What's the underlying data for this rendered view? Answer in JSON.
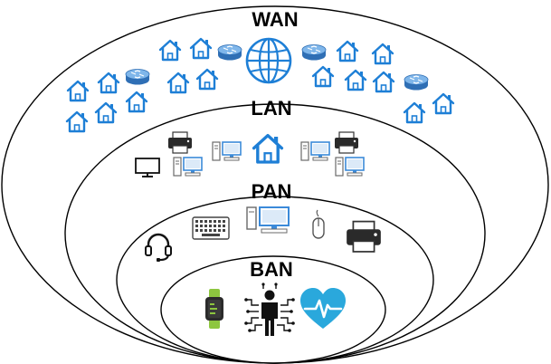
{
  "labels": {
    "wan": "WAN",
    "lan": "LAN",
    "pan": "PAN",
    "ban": "BAN"
  },
  "colors": {
    "network_blue": "#1e7fd6",
    "router_fill": "#6aa9e6",
    "router_band": "#2f6fb5",
    "heart": "#2aa8dc",
    "watch": "#8dc63f",
    "printer_dark": "#222222",
    "computer_blue": "#3b8ad9",
    "outline": "#000000"
  },
  "icons": {
    "wan": [
      "house-icon",
      "router-icon",
      "globe-icon"
    ],
    "lan": [
      "printer-icon",
      "computer-icon",
      "monitor-icon",
      "house-icon"
    ],
    "pan": [
      "headset-icon",
      "keyboard-icon",
      "computer-icon",
      "mouse-icon",
      "printer-icon"
    ],
    "ban": [
      "smartwatch-icon",
      "human-body-sensor-icon",
      "heart-pulse-icon"
    ]
  }
}
